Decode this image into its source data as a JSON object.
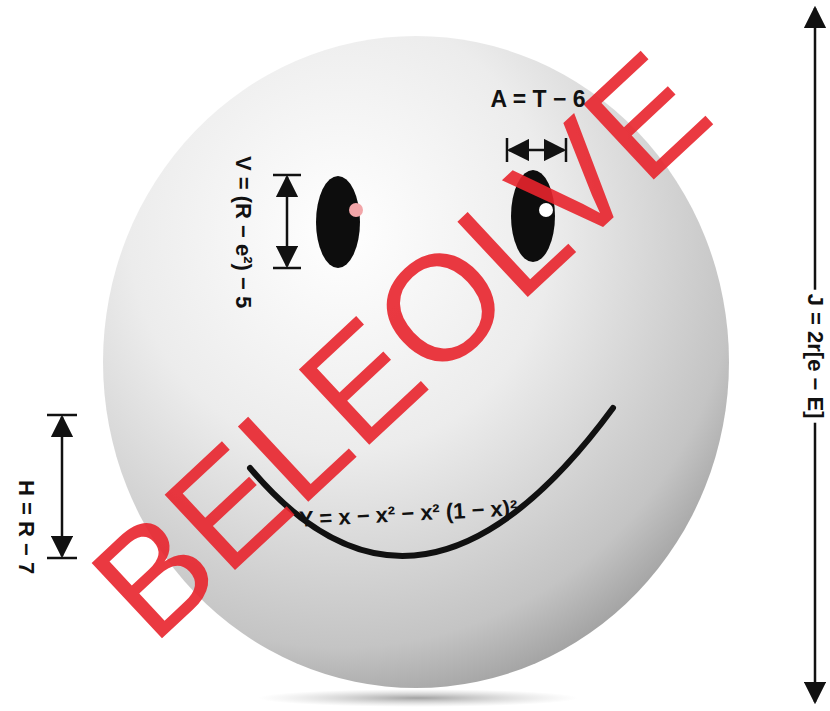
{
  "diagram": {
    "labels": [
      "BELEOLVE",
      "A = T − 6",
      "V = (R − e²) − 5",
      "J = 2r[e − E]",
      "H = R − 7",
      "Y = x − x² − x² (1 − x)²"
    ]
  }
}
